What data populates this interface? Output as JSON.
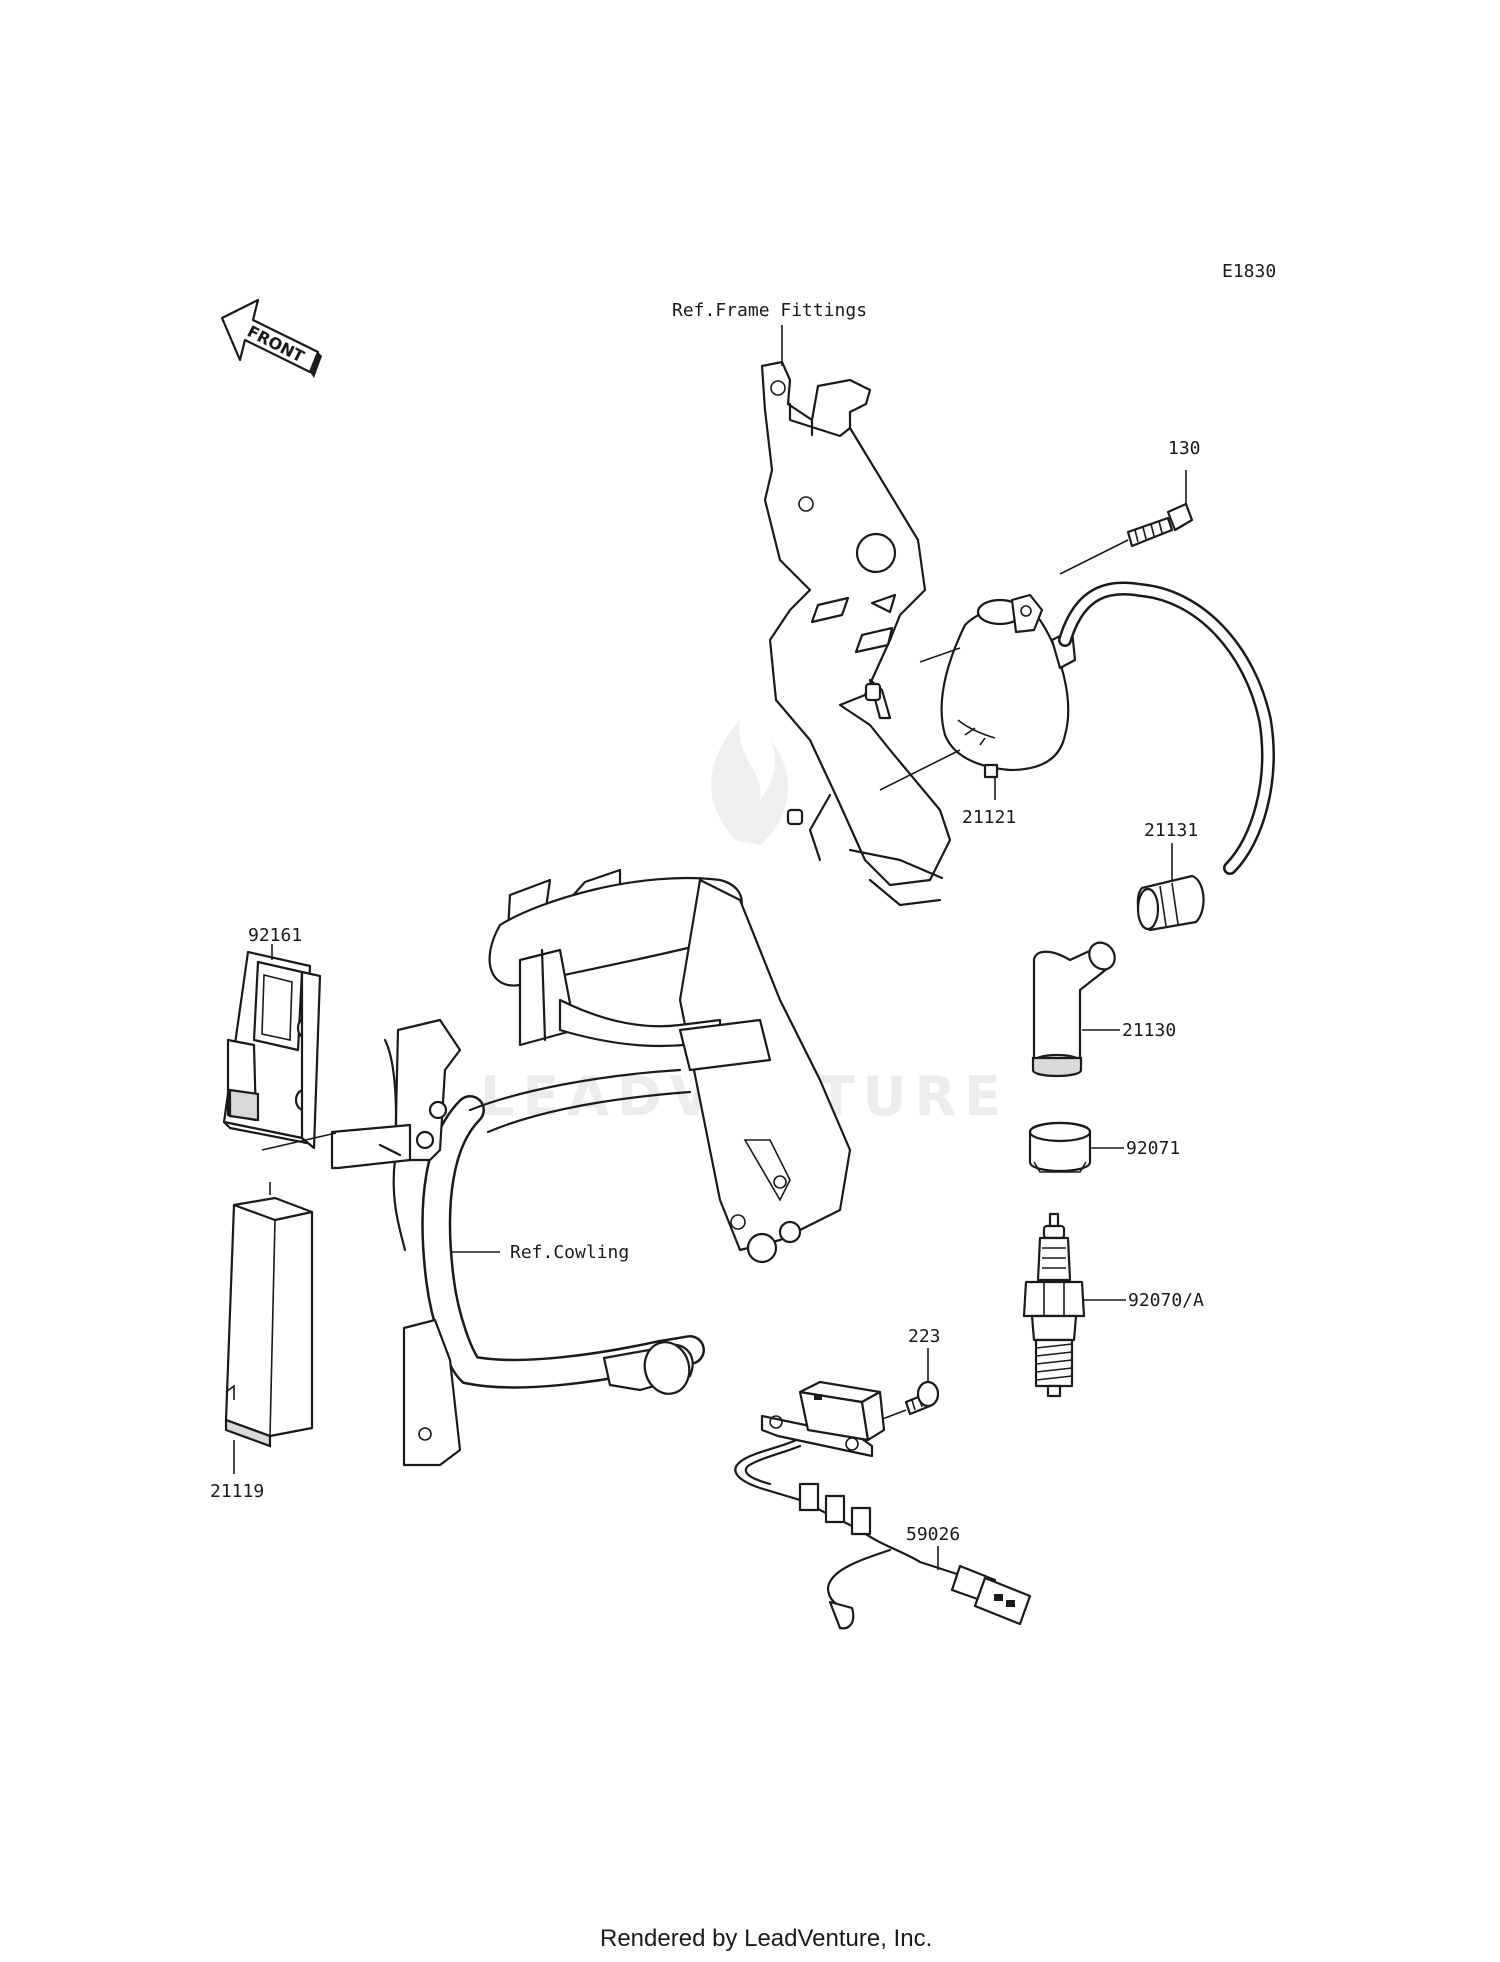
{
  "diagram_code": "E1830",
  "front_arrow_text": "FRONT",
  "watermark": "LEADVENTURE",
  "footer": "Rendered by LeadVenture, Inc.",
  "labels": {
    "ref_frame_fittings": "Ref.Frame Fittings",
    "ref_cowling": "Ref.Cowling",
    "p130": "130",
    "p21121": "21121",
    "p21131": "21131",
    "p21130": "21130",
    "p92071": "92071",
    "p92070a": "92070/A",
    "p223": "223",
    "p59026": "59026",
    "p92161": "92161",
    "p21119": "21119"
  }
}
